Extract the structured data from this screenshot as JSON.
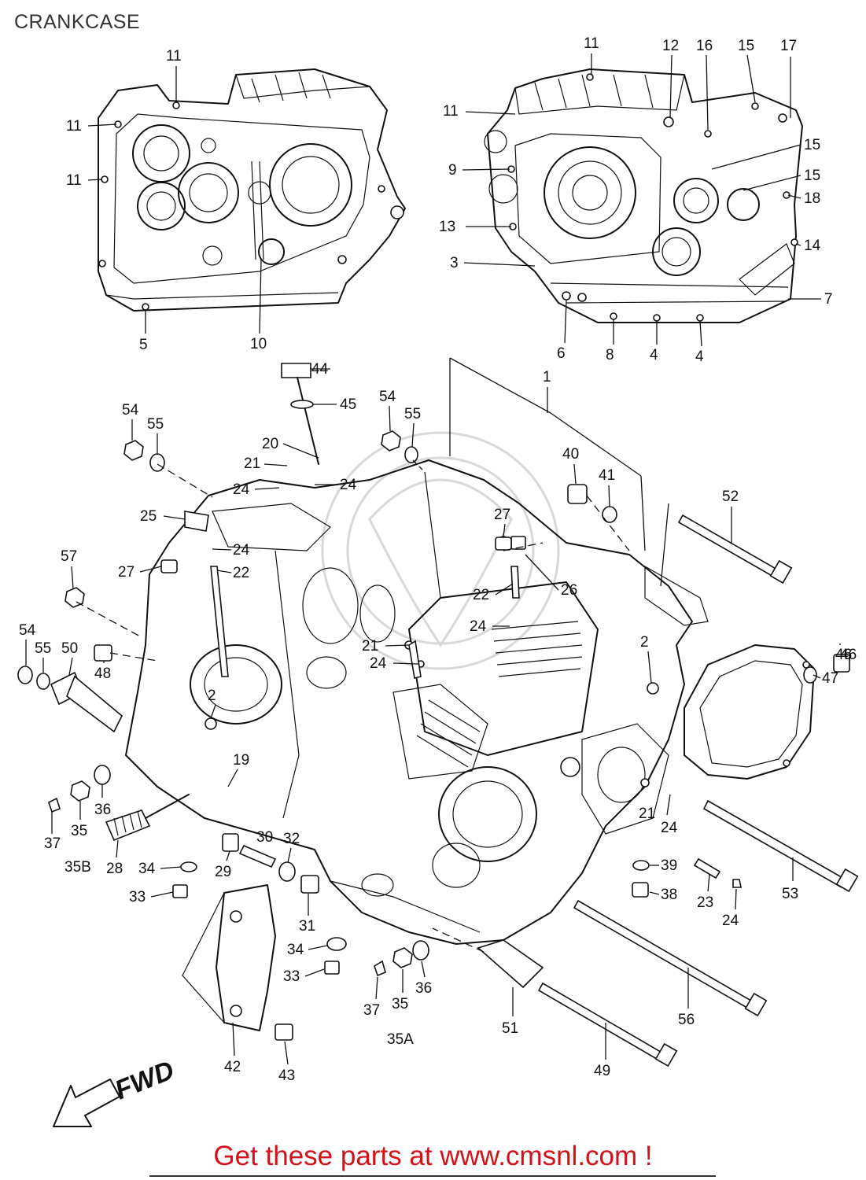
{
  "title": "CRANKCASE",
  "footer": {
    "text": "Get these parts at www.cmsnl.com !",
    "color": "#d4111b"
  },
  "fwd_label": "FWD",
  "callouts_left_view": [
    "11",
    "11",
    "11",
    "5",
    "10"
  ],
  "callouts_right_view": [
    "11",
    "12",
    "16",
    "15",
    "17",
    "11",
    "15",
    "9",
    "15",
    "18",
    "13",
    "14",
    "3",
    "7",
    "6",
    "8",
    "4",
    "4"
  ],
  "callouts_main": [
    "44",
    "45",
    "1",
    "54",
    "55",
    "54",
    "55",
    "20",
    "21",
    "24",
    "24",
    "40",
    "41",
    "52",
    "25",
    "24",
    "27",
    "57",
    "27",
    "22",
    "22",
    "26",
    "24",
    "54",
    "55",
    "50",
    "48",
    "21",
    "24",
    "46",
    "2",
    "47",
    "2",
    "19",
    "36",
    "37",
    "35",
    "35B",
    "28",
    "34",
    "29",
    "30",
    "32",
    "33",
    "31",
    "21",
    "24",
    "39",
    "38",
    "23",
    "24",
    "53",
    "34",
    "33",
    "37",
    "35",
    "36",
    "35A",
    "51",
    "56",
    "42",
    "43",
    "49"
  ],
  "icons": {
    "fwd_arrow": "arrow-left-down-icon",
    "watermark": "cmsnl-logo-watermark"
  }
}
